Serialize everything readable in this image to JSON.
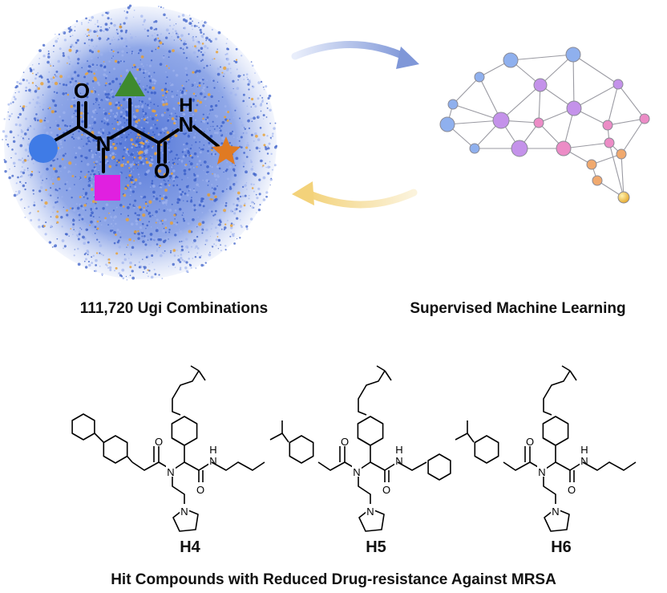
{
  "labels": {
    "library": "111,720 Ugi Combinations",
    "ml": "Supervised Machine Learning",
    "footer": "Hit Compounds with Reduced Drug-resistance Against MRSA"
  },
  "compounds": [
    {
      "id": "H4"
    },
    {
      "id": "H5"
    },
    {
      "id": "H6"
    }
  ],
  "scaffold_atoms": {
    "carbonyl_o_left": "O",
    "amide_n": "N",
    "carbonyl_o_right": "O",
    "amine_h": "H",
    "amine_n": "N"
  },
  "atoms": {
    "O": "O",
    "N": "N",
    "H": "H"
  },
  "colors": {
    "cloud_blue": "#4a6fd6",
    "cloud_orange": "#e8a23a",
    "substituent_circle": "#3f7be6",
    "substituent_square": "#e020e0",
    "substituent_triangle": "#3e8a2e",
    "substituent_star": "#e07a22",
    "arrow_top": "#7f97d8",
    "arrow_bottom": "#f3d27a",
    "node_blue": "#8fb0ee",
    "node_purple": "#c492ea",
    "node_pink": "#ec8cc6",
    "node_orange": "#f0a96e"
  }
}
